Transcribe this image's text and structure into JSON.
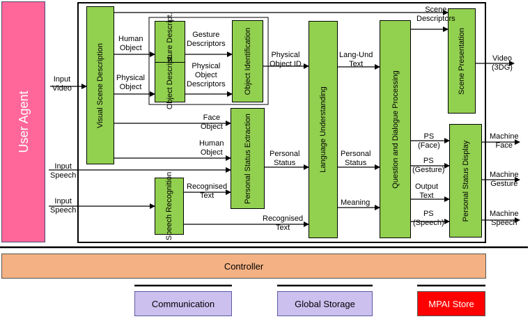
{
  "user_agent": "User Agent",
  "controller": "Controller",
  "bottom": {
    "communication": "Communication",
    "global_storage": "Global Storage",
    "mpai_store": "MPAI Store"
  },
  "modules": {
    "visual_scene": "Visual Scene Description",
    "gesture_descr": "Gesture Descript.",
    "object_descr": "Object Descript.",
    "object_id": "Object Identification",
    "language_und": "Language Understanding",
    "qdp": "Question and Dialogue Processing",
    "scene_pres": "Scene Presentation",
    "personal_status_ext": "Personal Status Extraction",
    "speech_rec": "Speech Recognition",
    "ps_display": "Personal Status Display"
  },
  "labels": {
    "input_video": [
      "Input",
      "Video"
    ],
    "input_speech_1": [
      "Input",
      "Speech"
    ],
    "input_speech_2": [
      "Input",
      "Speech"
    ],
    "human_object_1": [
      "Human",
      "Object"
    ],
    "physical_object_1": [
      "Physical",
      "Object"
    ],
    "gesture_descriptors": [
      "Gesture",
      "Descriptors"
    ],
    "physical_object_descriptors": [
      "Physical",
      "Object",
      "Descriptors"
    ],
    "physical_object_id": [
      "Physical",
      "Object ID"
    ],
    "face_object": [
      "Face",
      "Object"
    ],
    "human_object_2": [
      "Human",
      "Object"
    ],
    "recognised_text_1": [
      "Recognised",
      "Text"
    ],
    "recognised_text_2": [
      "Recognised",
      "Text"
    ],
    "personal_status_1": [
      "Personal",
      "Status"
    ],
    "personal_status_2": [
      "Personal",
      "Status"
    ],
    "lang_und_text": [
      "Lang-Und",
      "Text"
    ],
    "meaning": [
      "Meaning"
    ],
    "scene_descriptors": [
      "Scene",
      "Descriptors"
    ],
    "ps_face": [
      "PS",
      "(Face)"
    ],
    "ps_gesture": [
      "PS",
      "(Gesture)"
    ],
    "output_text": [
      "Output",
      "Text"
    ],
    "ps_speech": [
      "PS",
      "(Speech)"
    ],
    "video_3dg": [
      "Video",
      "(3DG)"
    ],
    "machine_face": [
      "Machine",
      "Face"
    ],
    "machine_gesture": [
      "Machine",
      "Gesture"
    ],
    "machine_speech": [
      "Machine",
      "Speech"
    ]
  },
  "colors": {
    "module_fill": "#92d050",
    "user_agent": "#ff6699",
    "controller": "#f4b183",
    "store_fill": "#ccc0ef",
    "mpai_store": "#ff0000"
  }
}
